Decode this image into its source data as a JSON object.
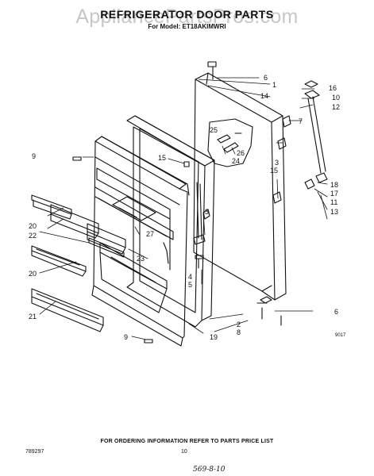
{
  "header": {
    "title": "REFRIGERATOR DOOR PARTS",
    "model_line": "For Model: ET18AKIMWRI",
    "watermark": "AppliancePartsPros.com"
  },
  "callouts": [
    "1",
    "2",
    "3",
    "3",
    "4",
    "5",
    "6",
    "6",
    "7",
    "8",
    "9",
    "9",
    "10",
    "11",
    "12",
    "13",
    "14",
    "15",
    "15",
    "16",
    "17",
    "18",
    "19",
    "20",
    "20",
    "21",
    "22",
    "23",
    "24",
    "25",
    "26",
    "27"
  ],
  "footer": {
    "ordering_note": "FOR ORDERING INFORMATION REFER TO PARTS PRICE LIST",
    "drawing_number": "789297",
    "page_number": "10",
    "handwritten_code": "569-8-10",
    "diagram_code": "9017"
  },
  "colors": {
    "ink": "#111111",
    "paper": "#ffffff",
    "watermark": "#bdbdbd"
  }
}
